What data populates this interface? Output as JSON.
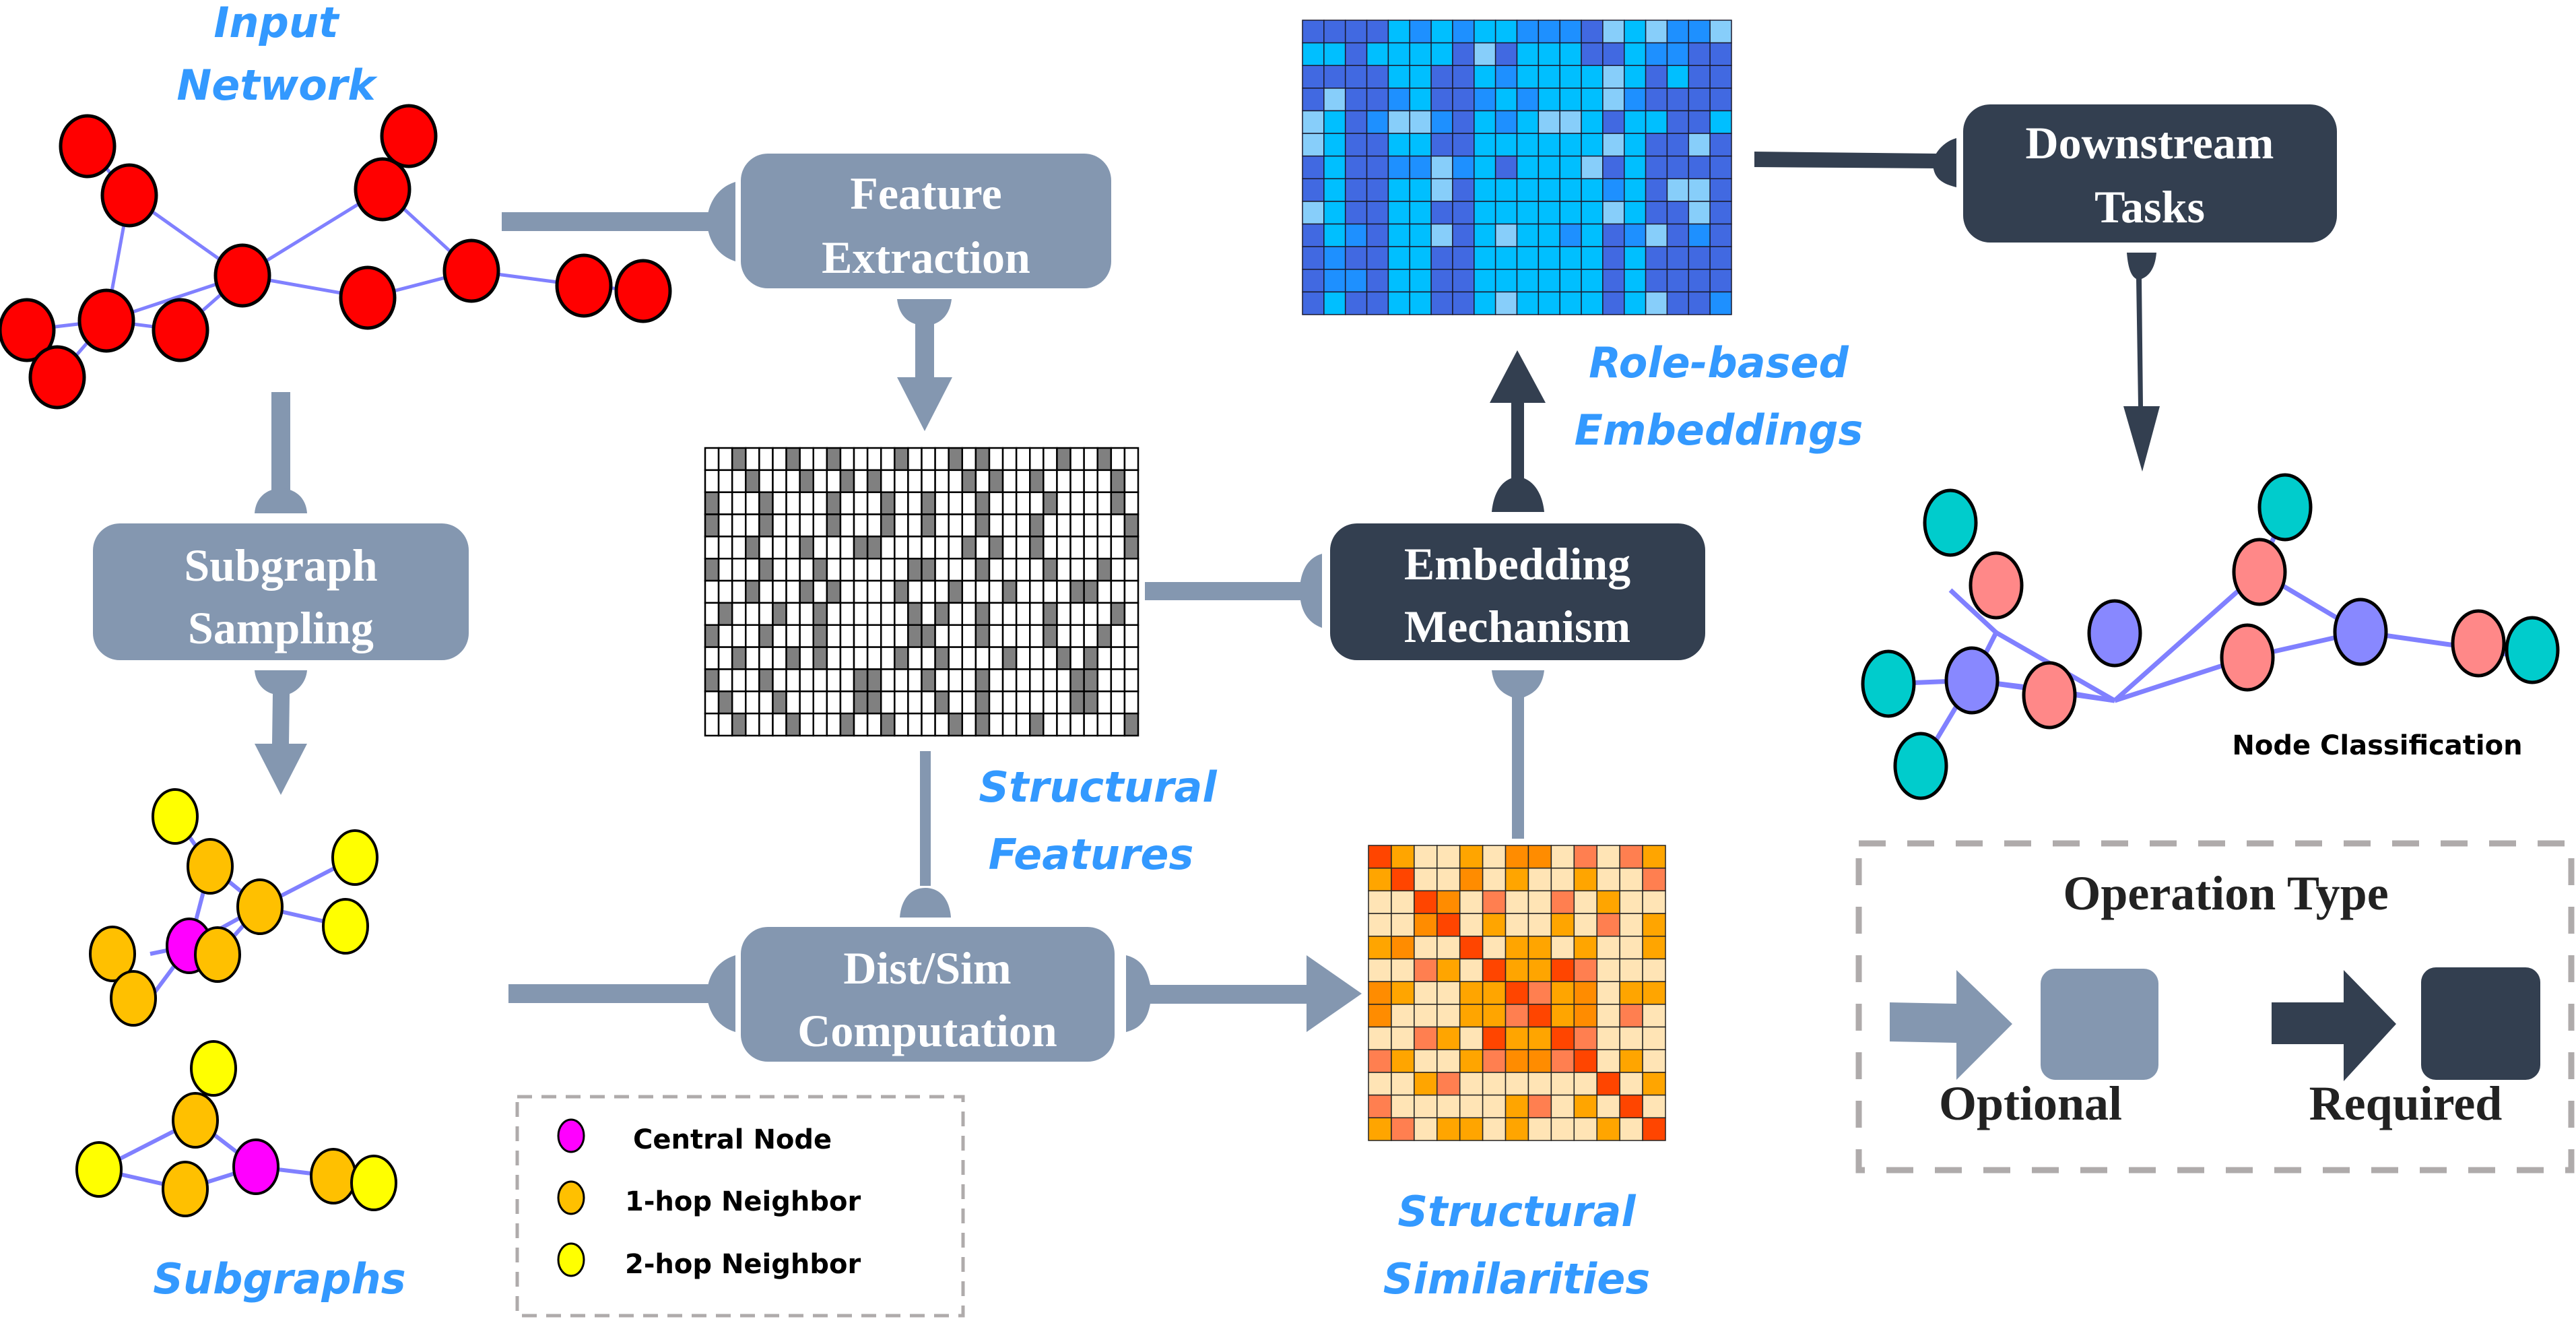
{
  "colors": {
    "optional": "#8497B0",
    "required": "#333F50",
    "label_blue": "#3399FF",
    "edge": "#8080FF",
    "legend_border": "#AFABAB",
    "input_node": "#FF0000",
    "central_node": "#FF00FF",
    "one_hop": "#FFC000",
    "two_hop": "#FFFF00",
    "class_teal": "#00CCCC",
    "class_salmon": "#FF8888",
    "class_blue": "#8888FF"
  },
  "labels": {
    "input_network": [
      "Input",
      "Network"
    ],
    "subgraphs": "Subgraphs",
    "structural_features": [
      "Structural",
      "Features"
    ],
    "structural_similarities": [
      "Structural",
      "Similarities"
    ],
    "role_based_embeddings": [
      "Role-based",
      "Embeddings"
    ],
    "node_classification": "Node Classification"
  },
  "boxes": {
    "feature_extraction": [
      "Feature",
      "Extraction"
    ],
    "subgraph_sampling": [
      "Subgraph",
      "Sampling"
    ],
    "dist_sim": [
      "Dist/Sim",
      "Computation"
    ],
    "embedding_mechanism": [
      "Embedding",
      "Mechanism"
    ],
    "downstream_tasks": [
      "Downstream",
      "Tasks"
    ]
  },
  "node_legend": {
    "items": [
      {
        "label": "Central Node",
        "color": "#FF00FF"
      },
      {
        "label": "1-hop Neighbor",
        "color": "#FFC000"
      },
      {
        "label": "2-hop Neighbor",
        "color": "#FFFF00"
      }
    ]
  },
  "operation_legend": {
    "title": "Operation Type",
    "optional": "Optional",
    "required": "Required"
  },
  "matrices": {
    "feature_matrix": {
      "rows": 13,
      "cols": 32,
      "filled_color": "#808080",
      "filled": [
        [
          2,
          6,
          9,
          14,
          18,
          20,
          26,
          29
        ],
        [
          3,
          7,
          10,
          12,
          19,
          21,
          24,
          30
        ],
        [
          0,
          4,
          9,
          13,
          16,
          20,
          25,
          30
        ],
        [
          0,
          4,
          9,
          13,
          16,
          20,
          24,
          31
        ],
        [
          3,
          7,
          11,
          12,
          19,
          21,
          24,
          31
        ],
        [
          0,
          4,
          8,
          15,
          16,
          20,
          25,
          29
        ],
        [
          3,
          7,
          9,
          14,
          18,
          22,
          27,
          28
        ],
        [
          1,
          5,
          8,
          15,
          17,
          20,
          25,
          30
        ],
        [
          0,
          4,
          8,
          15,
          16,
          20,
          25,
          29
        ],
        [
          2,
          6,
          8,
          14,
          17,
          22,
          26,
          28
        ],
        [
          0,
          4,
          11,
          12,
          16,
          20,
          27,
          28
        ],
        [
          1,
          5,
          11,
          12,
          17,
          20,
          27,
          28
        ],
        [
          2,
          6,
          10,
          13,
          18,
          20,
          24,
          31
        ]
      ]
    },
    "embedding_matrix": {
      "palette": {
        "R": "#4169E1",
        "D": "#00BFFF",
        "B": "#1E90FF",
        "L": "#87CEFA"
      },
      "rows": [
        "RRRRDBDBDDBBBRLDLBBL",
        "DDRDDDDRLRDDDRRDBBRR",
        "RRRRDDRRDBDDDDLDRDRR",
        "RLRRBDRRBDBDDDLBRRRR",
        "LDRBLLBRDBDLLDRDDRRD",
        "LDRRDDRRDDDDDDLDRRLR",
        "RDRRBBLBDRDDDLRDRRRR",
        "RDRRDDLRDDDDDDBDRLLR",
        "LDRRDDRRDDDDDDLDRRLR",
        "RDBRDDLRDLDDBDRBLRBR",
        "RBRRDDRRDDDDDDRDRRRR",
        "RBBRDDRRDDDDDDRDRRRR",
        "RDRRDDRRDLDDDDRDLRRB"
      ]
    },
    "similarity_matrix": {
      "palette": {
        "R": "#FF4500",
        "O": "#FFA500",
        "D": "#FF8C00",
        "C": "#FF7F50",
        "W": "#FFE4B5"
      },
      "rows": [
        "ROWWOWDDWCWCO",
        "ORWWDWOWWOWWC",
        "WWRDWCWWCWOWW",
        "WWDRWOWWOWCWO",
        "ODWWRWOOWOWWO",
        "WWCOWROORCWWW",
        "DOWWOORCODWOO",
        "DWWWOOCRODWCW",
        "WWCOWROORCWWW",
        "COWWOCDDCRWOW",
        "WWOCWWWWWWRWO",
        "CWWWWWOCWOWRW",
        "OCWOOWOWWWOWR"
      ]
    }
  }
}
